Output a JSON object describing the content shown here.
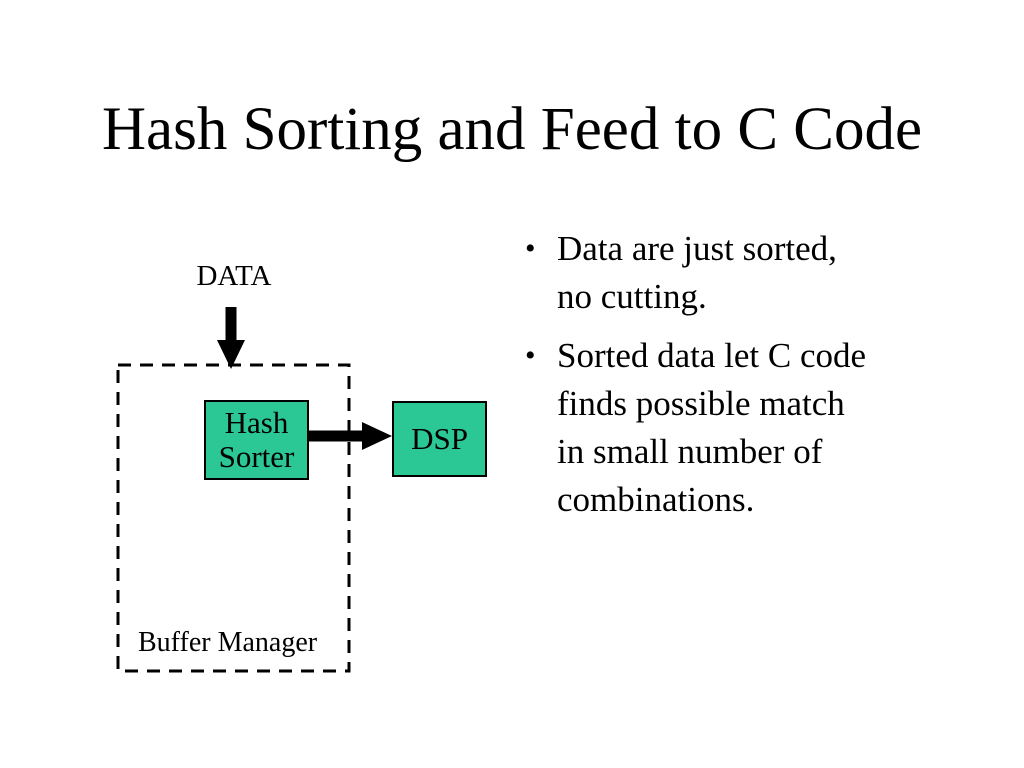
{
  "slide": {
    "title": "Hash Sorting and Feed to C Code",
    "diagram": {
      "data_label": "DATA",
      "hash_sorter_label": "Hash\nSorter",
      "dsp_label": "DSP",
      "buffer_manager_label": "Buffer Manager",
      "box_fill_color": "#2bc795",
      "line_color": "#000000"
    },
    "bullet_glyph": "•",
    "bullets": [
      "Data are just sorted,\nno cutting.",
      "Sorted data let C code\nfinds possible match\nin small number of\ncombinations."
    ]
  }
}
